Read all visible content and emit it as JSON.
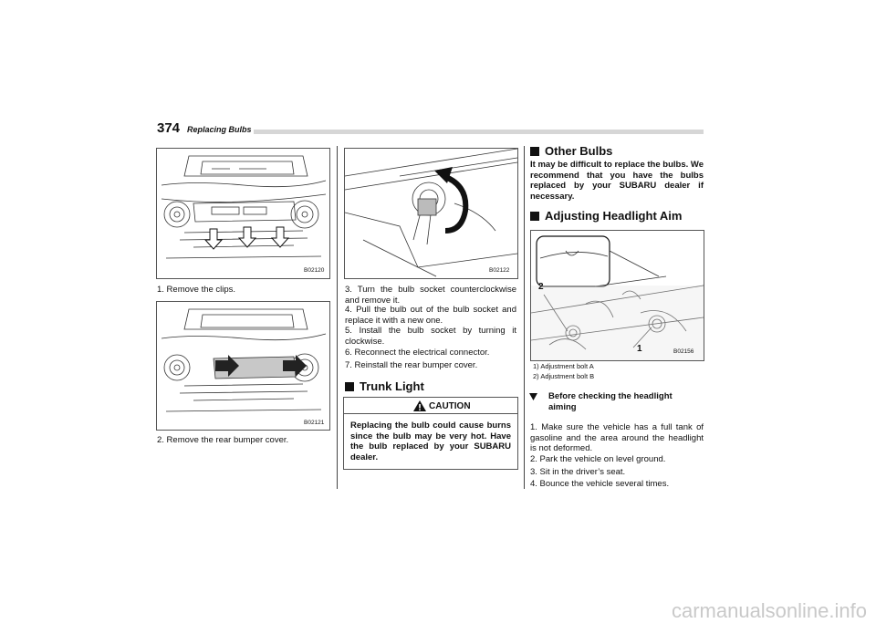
{
  "header": {
    "page_number": "374",
    "section": "Replacing Bulbs"
  },
  "figures": {
    "fig1": {
      "code": "B02120"
    },
    "fig2": {
      "code": "B02121"
    },
    "fig3": {
      "code": "B02122"
    },
    "fig4": {
      "code": "B02156",
      "callout_1": "1",
      "callout_2": "2"
    }
  },
  "left_col": {
    "step1": "1.  Remove the clips.",
    "step2": "2.  Remove the rear bumper cover."
  },
  "mid_col": {
    "step3": "3.  Turn the bulb socket counterclockwise and remove it.",
    "step4": "4.  Pull the bulb out of the bulb socket and replace it with a new one.",
    "step5": "5.  Install the bulb socket by turning it clockwise.",
    "step6": "6.  Reconnect the electrical connector.",
    "step7": "7.  Reinstall the rear bumper cover.",
    "trunk_heading": "Trunk Light",
    "caution_label": "CAUTION",
    "caution_text": "Replacing the bulb could cause burns since the bulb may be very hot. Have the bulb replaced by your SUBARU dealer."
  },
  "right_col": {
    "other_heading": "Other Bulbs",
    "other_text": "It may be difficult to replace the bulbs. We recommend that you have the bulbs replaced by your SUBARU dealer if necessary.",
    "aim_heading": "Adjusting Headlight Aim",
    "legend_1": "1)  Adjustment bolt A",
    "legend_2": "2)  Adjustment bolt B",
    "subhead": "Before checking the headlight aiming",
    "step1": "1.  Make sure the vehicle has a full tank of gasoline and the area around the headlight is not deformed.",
    "step2": "2.  Park the vehicle on level ground.",
    "step3": "3.  Sit in the driver’s seat.",
    "step4": "4.  Bounce the vehicle several times."
  },
  "footer": {
    "watermark": "carmanualsonline.info"
  }
}
